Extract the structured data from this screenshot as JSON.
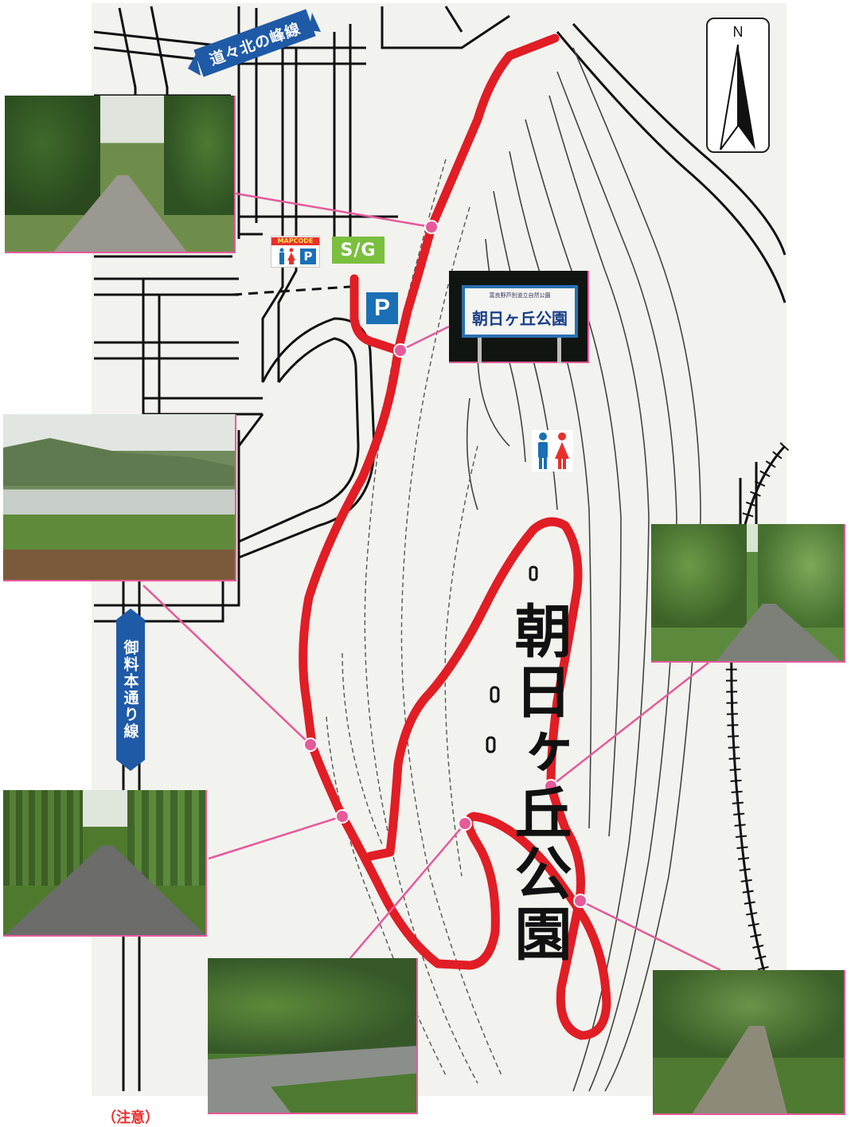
{
  "map": {
    "park_name": "朝日ヶ丘公園",
    "sign_subtitle": "富良野芦別道立自然公園",
    "sign_title": "朝日ヶ丘公園",
    "road_top": "道々北の峰線",
    "road_side": "御料本通り線",
    "start_goal": "S/G",
    "parking_symbol": "P",
    "mapcode_label": "MAPCODE",
    "mapcode_parking": "P",
    "north_label": "N",
    "footnote": "（注意）"
  },
  "icons": {
    "toilet": "toilet-icon",
    "parking": "parking-icon",
    "north_arrow": "north-arrow-icon",
    "mapcode": "mapcode-icon"
  },
  "colors": {
    "route": "#e11d25",
    "leader": "#e65a9a",
    "road_badge": "#1f5aa6",
    "start_goal": "#7bbf3f",
    "parking": "#1a6fb5"
  }
}
